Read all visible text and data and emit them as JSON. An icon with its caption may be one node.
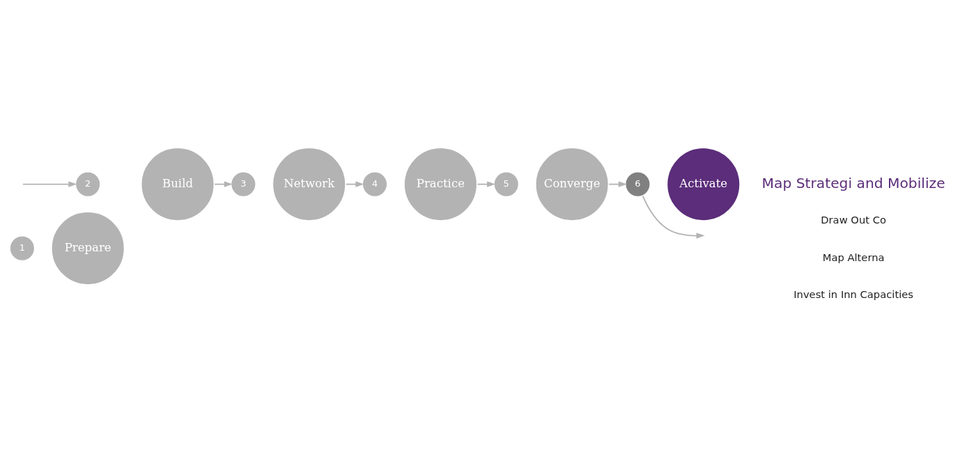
{
  "diagram": {
    "nodes": [
      {
        "text": [
          "1"
        ]
      },
      {
        "text": [
          "Prepare"
        ]
      },
      {
        "text": [
          "2"
        ]
      },
      {
        "text": [
          "Build"
        ]
      },
      {
        "text": [
          "3"
        ]
      },
      {
        "text": [
          "Network"
        ]
      },
      {
        "text": [
          "4"
        ]
      },
      {
        "text": [
          "Practice"
        ]
      },
      {
        "text": [
          "5"
        ]
      },
      {
        "text": [
          "Converge"
        ]
      },
      {
        "text": [
          "6"
        ]
      },
      {
        "text": [
          "Activate"
        ]
      }
    ],
    "edges": [
      {
        "from": null,
        "to": 2,
        "arrow": "to"
      },
      {
        "from": 3,
        "to": 4,
        "arrow": "to"
      },
      {
        "from": 5,
        "to": 6,
        "arrow": "to"
      },
      {
        "from": 7,
        "to": 8,
        "arrow": "to"
      },
      {
        "from": 9,
        "to": 10,
        "arrow": "to"
      },
      {
        "from": 10,
        "to": null,
        "arrow": "to"
      }
    ],
    "labels": [
      "Map Strategi and Mobilize",
      "Draw Out Co",
      "Map Alterna",
      "Invest in Inn Capacities"
    ]
  }
}
